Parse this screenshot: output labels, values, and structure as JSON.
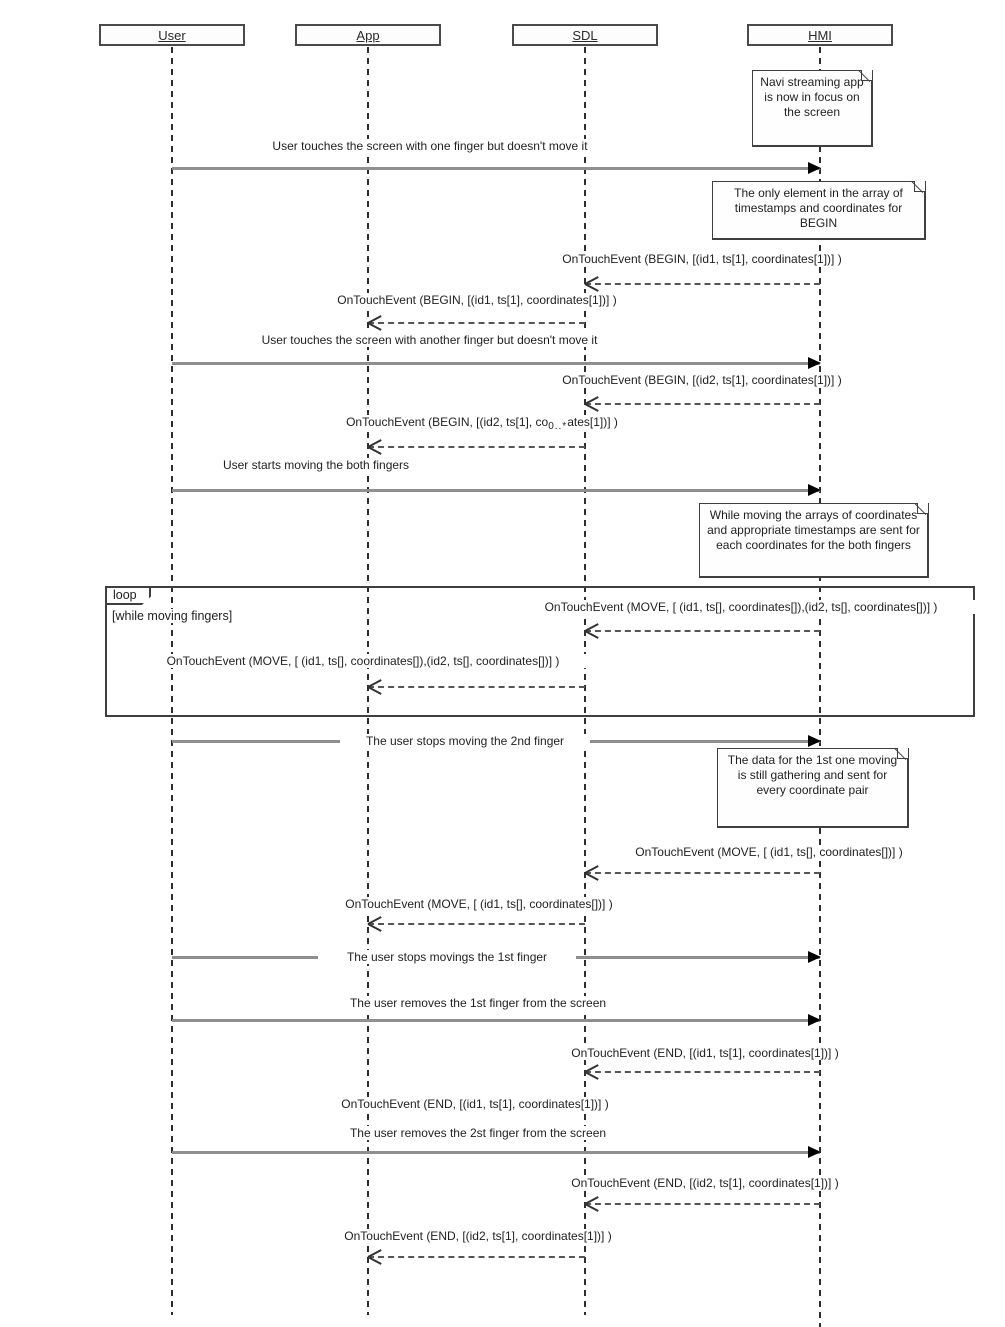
{
  "participants": [
    {
      "label": "User"
    },
    {
      "label": "App"
    },
    {
      "label": "SDL"
    },
    {
      "label": "HMI"
    }
  ],
  "notes": [
    {
      "text": "Navi streaming app is now in focus on the screen"
    },
    {
      "text": "The only element in the array of timestamps and coordinates for BEGIN"
    },
    {
      "text": "While moving the arrays of coordinates and appropriate timestamps are sent for each coordinates for the both fingers"
    },
    {
      "text": "The data for the 1st one moving is still gathering and sent for every coordinate pair"
    }
  ],
  "loop": {
    "label": "loop",
    "guard": "[while moving fingers]"
  },
  "messages": {
    "m1": "User touches the screen with one finger but doesn't move it",
    "m2": "OnTouchEvent (BEGIN, [(id1, ts[1], coordinates[1])] )",
    "m3": "OnTouchEvent (BEGIN, [(id1, ts[1], coordinates[1])] )",
    "m4": "User touches the screen with another finger but doesn't move it",
    "m5": "OnTouchEvent (BEGIN, [(id2, ts[1], coordinates[1])] )",
    "m6_prefix": "OnTouchEvent (BEGIN, [(id2, ts[1], co",
    "m6_overlay": "0..*",
    "m6_suffix": "ates[1])] )",
    "m7": "User starts moving the both fingers",
    "m8": "OnTouchEvent (MOVE, [ (id1, ts[], coordinates[]),(id2, ts[], coordinates[])] )",
    "m9": "OnTouchEvent (MOVE, [ (id1, ts[], coordinates[]),(id2, ts[], coordinates[])] )",
    "m10": "The user stops moving the 2nd finger",
    "m11": "OnTouchEvent (MOVE, [ (id1, ts[], coordinates[])] )",
    "m12": "OnTouchEvent (MOVE, [ (id1, ts[], coordinates[])] )",
    "m13": "The user stops movings the 1st finger",
    "m14": "The user removes the 1st finger from the screen",
    "m15": "OnTouchEvent (END, [(id1, ts[1], coordinates[1])] )",
    "m16": "OnTouchEvent (END, [(id1, ts[1], coordinates[1])] )",
    "m17": "The user removes the 2st finger from the screen",
    "m18": "OnTouchEvent (END, [(id2, ts[1], coordinates[1])] )",
    "m19": "OnTouchEvent (END, [(id2, ts[1], coordinates[1])] )"
  },
  "colors": {
    "line_gray": "#8f8f8f",
    "arrow_black": "#000000",
    "border_dark": "#3f3f3f",
    "background": "#ffffff"
  }
}
